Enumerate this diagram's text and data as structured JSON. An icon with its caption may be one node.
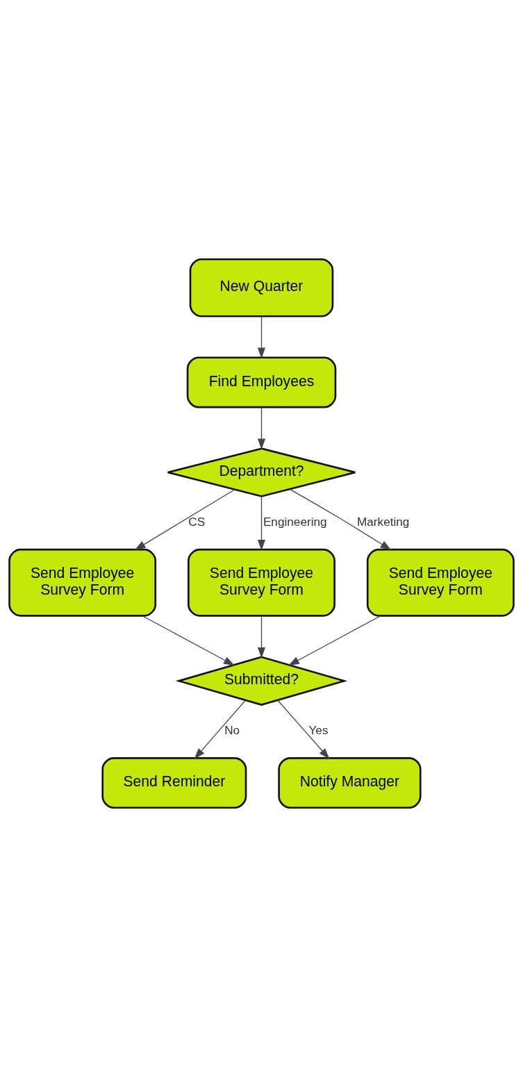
{
  "diagram": {
    "nodes": [
      {
        "text": [
          "New Quarter"
        ]
      },
      {
        "text": [
          "Find Employees"
        ]
      },
      {
        "text": [
          "Department?"
        ]
      },
      {
        "text": [
          "Send Employee Survey Form"
        ]
      },
      {
        "text": [
          "Send Employee Survey Form"
        ]
      },
      {
        "text": [
          "Send Employee Survey Form"
        ]
      },
      {
        "text": [
          "Submitted?"
        ]
      },
      {
        "text": [
          "Send Reminder"
        ]
      },
      {
        "text": [
          "Notify Manager"
        ]
      }
    ],
    "edges": [
      {
        "from": 0,
        "to": 1,
        "arrow": "to"
      },
      {
        "from": 1,
        "to": 2,
        "arrow": "to"
      },
      {
        "from": 2,
        "to": 3,
        "arrow": "to",
        "label": "CS"
      },
      {
        "from": 2,
        "to": 4,
        "arrow": "to",
        "label": "Engineering"
      },
      {
        "from": 2,
        "to": 5,
        "arrow": "to",
        "label": "Marketing"
      },
      {
        "from": 3,
        "to": 6,
        "arrow": "to"
      },
      {
        "from": 4,
        "to": 6,
        "arrow": "to"
      },
      {
        "from": 5,
        "to": 6,
        "arrow": "to"
      },
      {
        "from": 6,
        "to": 7,
        "arrow": "to",
        "label": "No"
      },
      {
        "from": 6,
        "to": 8,
        "arrow": "to",
        "label": "Yes"
      }
    ]
  }
}
